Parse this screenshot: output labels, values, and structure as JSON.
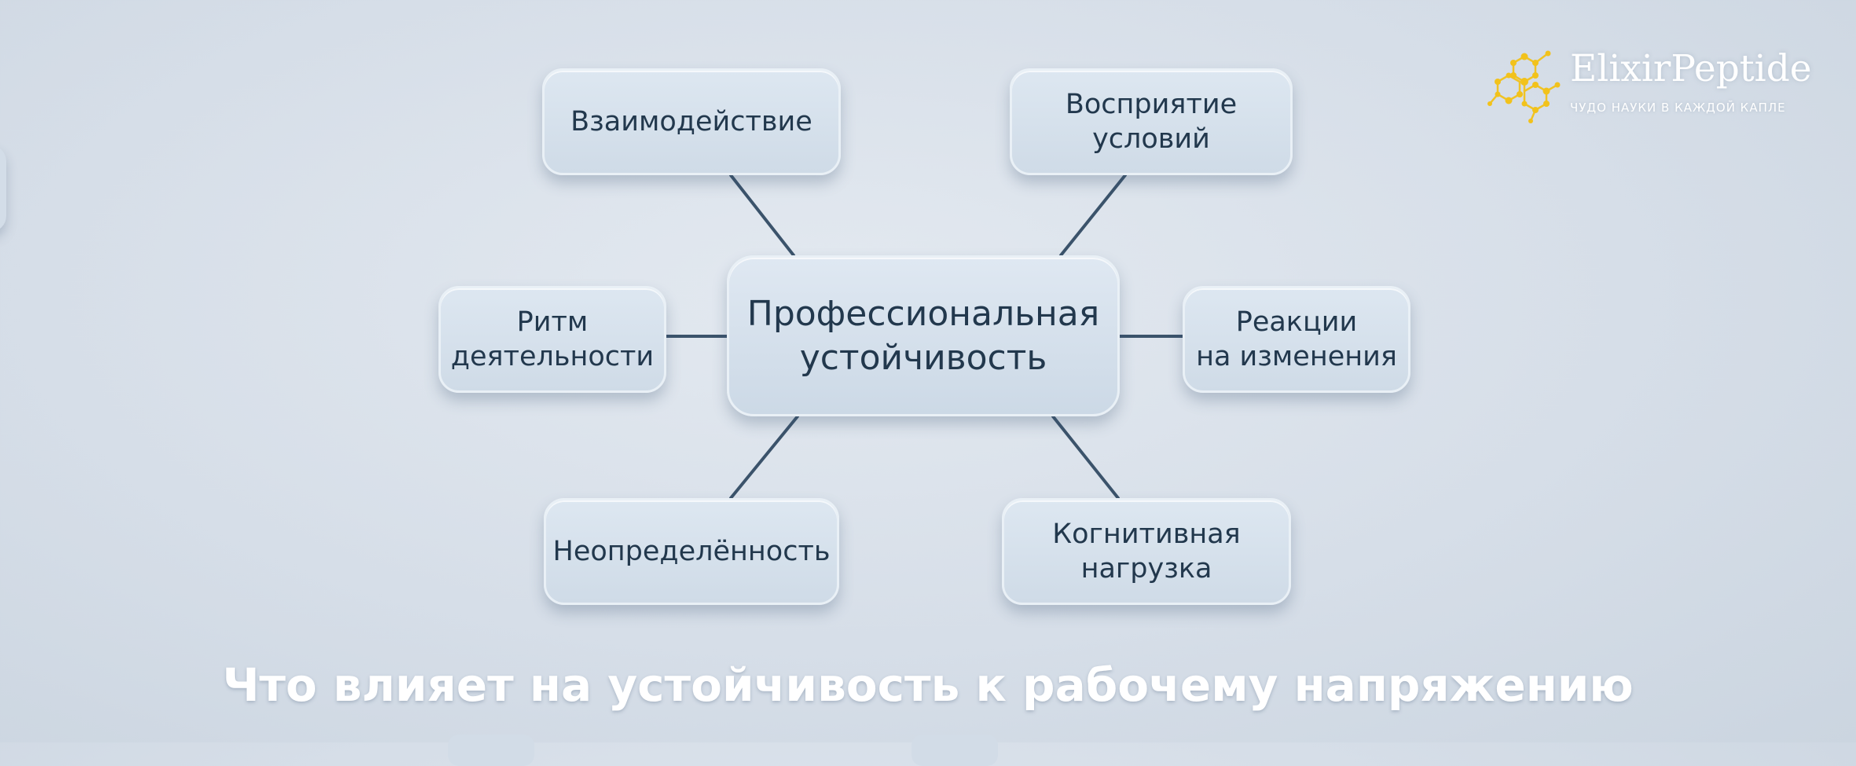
{
  "diagram": {
    "center": {
      "line1": "Профессиональная",
      "line2": "устойчивость"
    },
    "nodes": {
      "top_left": {
        "line1": "Взаимодействие"
      },
      "top_right": {
        "line1": "Восприятие",
        "line2": "условий"
      },
      "mid_left": {
        "line1": "Ритм",
        "line2": "деятельности"
      },
      "mid_right": {
        "line1": "Реакции",
        "line2": "на изменения"
      },
      "bot_left": {
        "line1": "Неопределённость"
      },
      "bot_right": {
        "line1": "Когнитивная",
        "line2": "нагрузка"
      }
    }
  },
  "brand": {
    "name": "ElixirPeptide",
    "tagline": "ЧУДО НАУКИ В КАЖДОЙ КАПЛЕ",
    "logo_icon": "molecule-icon",
    "logo_color": "#f2c21b"
  },
  "headline": "Что влияет на устойчивость к рабочему напряжению"
}
